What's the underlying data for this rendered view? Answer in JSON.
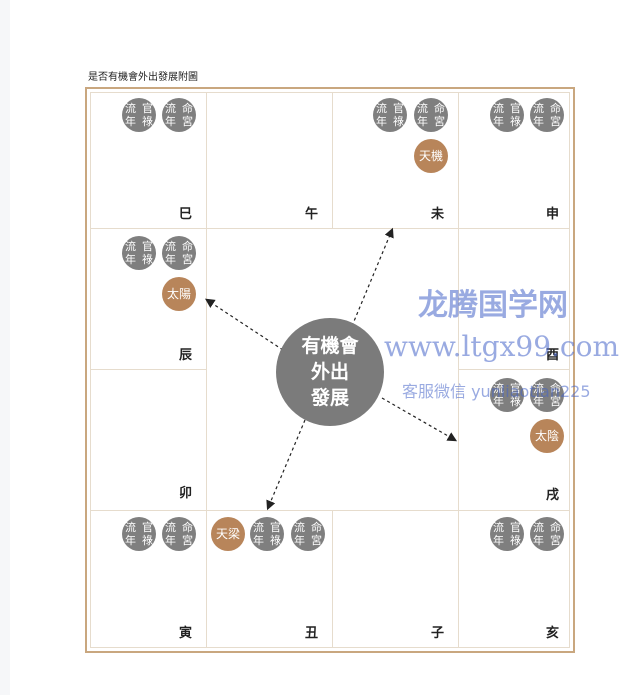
{
  "caption": "是否有機會外出發展附圖",
  "center": {
    "line1": "有機會",
    "line2": "外出",
    "line3": "發展"
  },
  "badge": {
    "guan_top": "流年",
    "guan_bottom": "官祿",
    "ming_top": "流年",
    "ming_bottom": "命宮"
  },
  "stars": {
    "tianji": "天機",
    "taiyang": "太陽",
    "taiyin": "太陰",
    "tianliang": "天梁"
  },
  "branches": {
    "si": "巳",
    "wu": "午",
    "wei": "未",
    "shen": "申",
    "chen": "辰",
    "you": "酉",
    "mao": "卯",
    "xu": "戌",
    "yin": "寅",
    "chou": "丑",
    "zi": "子",
    "hai": "亥"
  },
  "watermark": {
    "line1": "龙腾国学网",
    "line2": "www.ltgx99.com",
    "line3": "客服微信 yunliaotian225"
  },
  "colors": {
    "frame": "#c9a77f",
    "grey_badge": "#7f7f7f",
    "star_badge": "#b8855a",
    "center": "#7b7b7b"
  }
}
